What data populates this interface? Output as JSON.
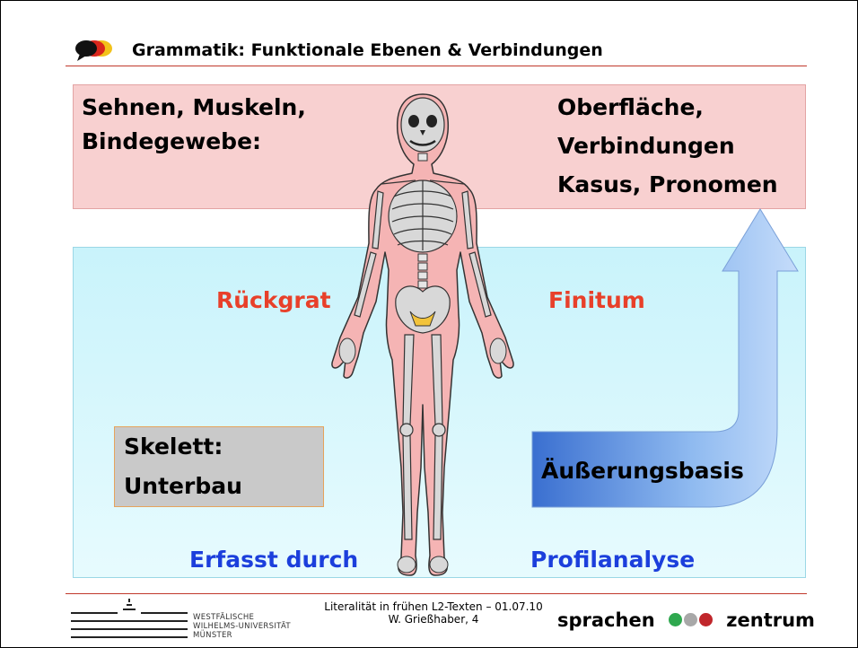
{
  "title": "Grammatik: Funktionale Ebenen & Verbindungen",
  "top_box": {
    "left_line1": "Sehnen, Muskeln,",
    "left_line2": "Bindegewebe:",
    "right_line1": "Oberfläche,",
    "right_line2": "Verbindungen",
    "right_line3": "Kasus, Pronomen"
  },
  "main": {
    "rueckgrat": "Rückgrat",
    "finitum": "Finitum",
    "skelett_line1": "Skelett:",
    "skelett_line2": "Unterbau",
    "basis": "Äußerungsbasis",
    "erfasst": "Erfasst durch",
    "profil": "Profilanalyse"
  },
  "footer": {
    "uni_line1": "Westfälische",
    "uni_line2": "Wilhelms-Universität",
    "uni_line3": "Münster",
    "text_line1": "Literalität in frühen L2-Texten – 01.07.10",
    "text_line2": "W. Grießhaber, 4",
    "brand_left": "sprachen",
    "brand_right": "zentrum"
  },
  "colors": {
    "title_rule": "#c0392b",
    "pink_box": "#f8d0d0",
    "cyan_box": "#c9f3fb",
    "red_text": "#e8402a",
    "blue_text": "#1c3fdc",
    "dot_green": "#2fa84f",
    "dot_gray": "#a8a8a8",
    "dot_red": "#c0262b"
  }
}
